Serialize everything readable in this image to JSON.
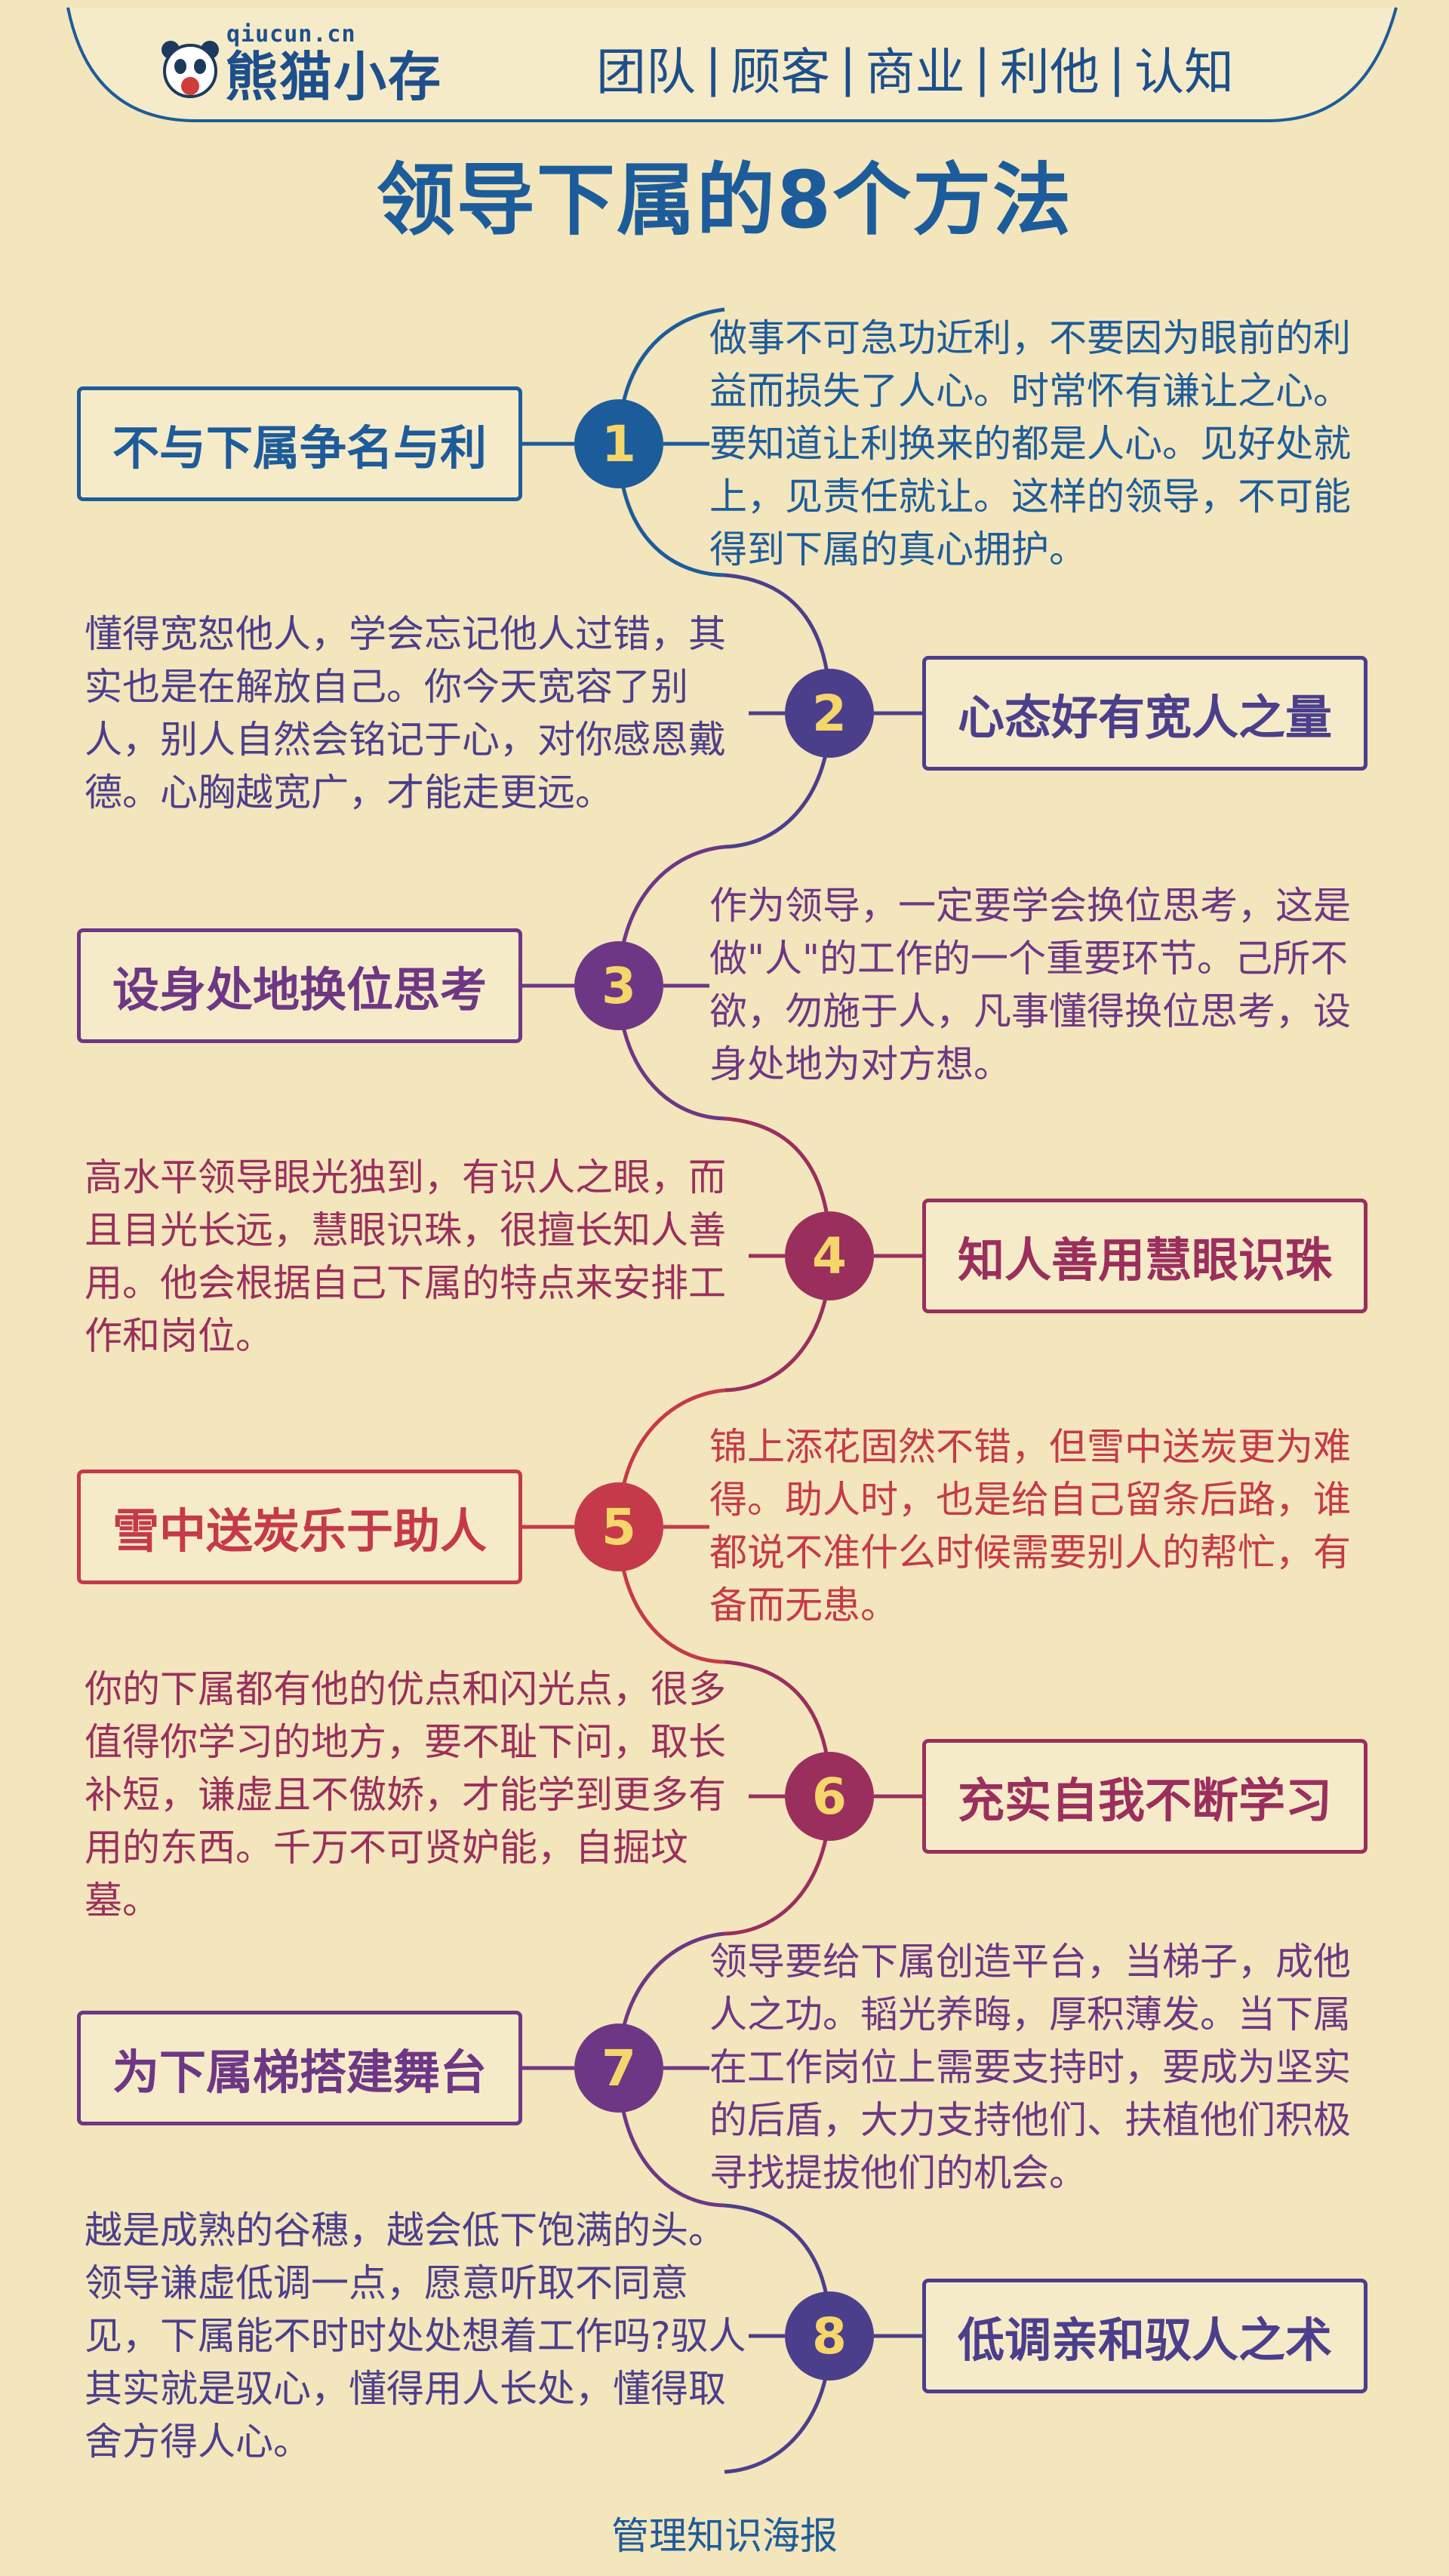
{
  "header": {
    "brand_domain": "qiucun.cn",
    "brand_name": "熊猫小存",
    "nav": [
      "团队",
      "顾客",
      "商业",
      "利他",
      "认知"
    ],
    "separator": "|"
  },
  "title": "领导下属的8个方法",
  "items": [
    {
      "number": "1",
      "title": "不与下属争名与利",
      "desc": "做事不可急功近利，不要因为眼前的利益而损失了人心。时常怀有谦让之心。要知道让利换来的都是人心。见好处就上，见责任就让。这样的领导，不可能得到下属的真心拥护。",
      "color": "#1d5c9a"
    },
    {
      "number": "2",
      "title": "心态好有宽人之量",
      "desc": "懂得宽恕他人，学会忘记他人过错，其实也是在解放自己。你今天宽容了别人，别人自然会铭记于心，对你感恩戴德。心胸越宽广，才能走更远。",
      "color": "#4b3f8c"
    },
    {
      "number": "3",
      "title": "设身处地换位思考",
      "desc": "作为领导，一定要学会换位思考，这是做\"人\"的工作的一个重要环节。己所不欲，勿施于人，凡事懂得换位思考，设身处地为对方想。",
      "color": "#6e3785"
    },
    {
      "number": "4",
      "title": "知人善用慧眼识珠",
      "desc": "高水平领导眼光独到，有识人之眼，而且目光长远，慧眼识珠，很擅长知人善用。他会根据自己下属的特点来安排工作和岗位。",
      "color": "#9a2f5e"
    },
    {
      "number": "5",
      "title": "雪中送炭乐于助人",
      "desc": "锦上添花固然不错，但雪中送炭更为难得。助人时，也是给自己留条后路，谁都说不准什么时候需要别人的帮忙，有备而无患。",
      "color": "#c53a4a"
    },
    {
      "number": "6",
      "title": "充实自我不断学习",
      "desc": "你的下属都有他的优点和闪光点，很多值得你学习的地方，要不耻下问，取长补短，谦虚且不傲娇，才能学到更多有用的东西。千万不可贤妒能，自掘坟墓。",
      "color": "#9a2f5e"
    },
    {
      "number": "7",
      "title": "为下属梯搭建舞台",
      "desc": "领导要给下属创造平台，当梯子，成他人之功。韬光养晦，厚积薄发。当下属在工作岗位上需要支持时，要成为坚实的后盾，大力支持他们、扶植他们积极寻找提拔他们的机会。",
      "color": "#6e3785"
    },
    {
      "number": "8",
      "title": "低调亲和驭人之术",
      "desc": "越是成熟的谷穗，越会低下饱满的头。领导谦虚低调一点，愿意听取不同意见，下属能不时时处处想着工作吗?驭人其实就是驭心，懂得用人长处，懂得取舍方得人心。",
      "color": "#4b3f8c"
    }
  ],
  "footer": "管理知识海报"
}
